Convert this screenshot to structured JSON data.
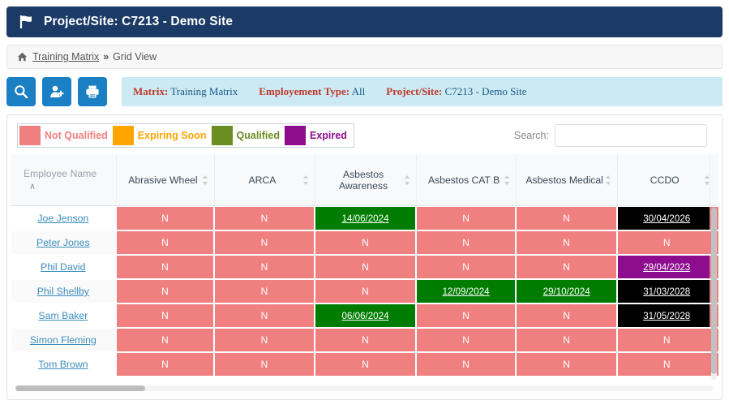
{
  "header": {
    "flag_icon": "flag-icon",
    "title": "Project/Site: C7213 - Demo Site",
    "bar_color": "#1b3a66"
  },
  "breadcrumb": {
    "home_icon": "home-icon",
    "link": "Training Matrix",
    "separator": "»",
    "current": "Grid View"
  },
  "toolbar": {
    "buttons": [
      {
        "name": "search-button",
        "icon": "search-icon"
      },
      {
        "name": "add-employee-button",
        "icon": "user-plus-icon"
      },
      {
        "name": "print-button",
        "icon": "printer-icon"
      }
    ],
    "button_color": "#1b7fc4"
  },
  "infobar": {
    "background": "#cceaf4",
    "items": [
      {
        "key": "Matrix:",
        "value": "Training Matrix"
      },
      {
        "key": "Employement Type:",
        "value": "All"
      },
      {
        "key": "Project/Site:",
        "value": "C7213 - Demo Site"
      }
    ]
  },
  "legend": [
    {
      "label": "Not Qualified",
      "color": "#f08080"
    },
    {
      "label": "Expiring Soon",
      "color": "#ffa500"
    },
    {
      "label": "Qualified",
      "color": "#6b8e23"
    },
    {
      "label": "Expired",
      "color": "#8e0d8e"
    }
  ],
  "search": {
    "label": "Search:",
    "value": "",
    "placeholder": ""
  },
  "table": {
    "columns": [
      {
        "label": "Employee Name",
        "sort": "asc"
      },
      {
        "label": "Abrasive Wheel",
        "sort": "none"
      },
      {
        "label": "ARCA",
        "sort": "none"
      },
      {
        "label": "Asbestos Awareness",
        "sort": "none"
      },
      {
        "label": "Asbestos CAT B",
        "sort": "none"
      },
      {
        "label": "Asbestos Medical",
        "sort": "none"
      },
      {
        "label": "CCDO",
        "sort": "none"
      }
    ],
    "rows": [
      {
        "name": "Joe Jenson",
        "cells": [
          {
            "text": "N",
            "state": "not-qualified"
          },
          {
            "text": "N",
            "state": "not-qualified"
          },
          {
            "text": "14/06/2024",
            "state": "qualified"
          },
          {
            "text": "N",
            "state": "not-qualified"
          },
          {
            "text": "N",
            "state": "not-qualified"
          },
          {
            "text": "30/04/2026",
            "state": "black"
          }
        ],
        "edge": "not-qualified"
      },
      {
        "name": "Peter Jones",
        "cells": [
          {
            "text": "N",
            "state": "not-qualified"
          },
          {
            "text": "N",
            "state": "not-qualified"
          },
          {
            "text": "N",
            "state": "not-qualified"
          },
          {
            "text": "N",
            "state": "not-qualified"
          },
          {
            "text": "N",
            "state": "not-qualified"
          },
          {
            "text": "N",
            "state": "not-qualified"
          }
        ],
        "edge": "not-qualified"
      },
      {
        "name": "Phil David",
        "cells": [
          {
            "text": "N",
            "state": "not-qualified"
          },
          {
            "text": "N",
            "state": "not-qualified"
          },
          {
            "text": "N",
            "state": "not-qualified"
          },
          {
            "text": "N",
            "state": "not-qualified"
          },
          {
            "text": "N",
            "state": "not-qualified"
          },
          {
            "text": "29/04/2023",
            "state": "expired"
          }
        ],
        "edge": "not-qualified"
      },
      {
        "name": "Phil Shellby",
        "cells": [
          {
            "text": "N",
            "state": "not-qualified"
          },
          {
            "text": "N",
            "state": "not-qualified"
          },
          {
            "text": "N",
            "state": "not-qualified"
          },
          {
            "text": "12/09/2024",
            "state": "qualified"
          },
          {
            "text": "29/10/2024",
            "state": "qualified"
          },
          {
            "text": "31/03/2028",
            "state": "black"
          }
        ],
        "edge": "not-qualified"
      },
      {
        "name": "Sam Baker",
        "cells": [
          {
            "text": "N",
            "state": "not-qualified"
          },
          {
            "text": "N",
            "state": "not-qualified"
          },
          {
            "text": "06/06/2024",
            "state": "qualified"
          },
          {
            "text": "N",
            "state": "not-qualified"
          },
          {
            "text": "N",
            "state": "not-qualified"
          },
          {
            "text": "31/05/2028",
            "state": "black"
          }
        ],
        "edge": "not-qualified"
      },
      {
        "name": "Simon Fleming",
        "cells": [
          {
            "text": "N",
            "state": "not-qualified"
          },
          {
            "text": "N",
            "state": "not-qualified"
          },
          {
            "text": "N",
            "state": "not-qualified"
          },
          {
            "text": "N",
            "state": "not-qualified"
          },
          {
            "text": "N",
            "state": "not-qualified"
          },
          {
            "text": "N",
            "state": "not-qualified"
          }
        ],
        "edge": "not-qualified"
      },
      {
        "name": "Tom Brown",
        "cells": [
          {
            "text": "N",
            "state": "not-qualified"
          },
          {
            "text": "N",
            "state": "not-qualified"
          },
          {
            "text": "N",
            "state": "not-qualified"
          },
          {
            "text": "N",
            "state": "not-qualified"
          },
          {
            "text": "N",
            "state": "not-qualified"
          },
          {
            "text": "N",
            "state": "not-qualified"
          }
        ],
        "edge": "not-qualified"
      }
    ]
  },
  "colors": {
    "not_qualified": "#f08080",
    "qualified": "#007d00",
    "expired": "#8e0d8e",
    "black": "#000000",
    "link": "#3c8dbc"
  }
}
